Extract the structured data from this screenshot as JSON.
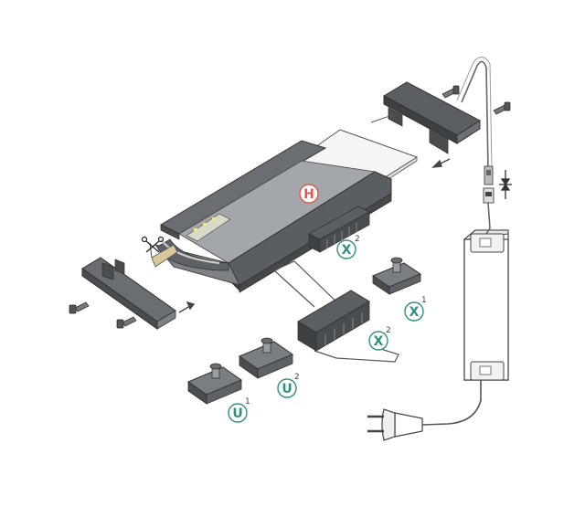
{
  "colors": {
    "profile_dark": "#55585c",
    "profile_mid": "#8a8d91",
    "profile_light": "#c4c6c9",
    "diffuser": "#f4f4f4",
    "label_h": "#e05a4b",
    "label_teal": "#2f8f7f",
    "outline": "#4a4a4a"
  },
  "labels": {
    "H": "H",
    "X": "X",
    "U": "U"
  },
  "superscripts": {
    "one": "1",
    "two": "2"
  },
  "icons": [
    "screw-icon",
    "arrow-icon",
    "scissors-icon",
    "plug-icon",
    "power-supply-icon"
  ]
}
